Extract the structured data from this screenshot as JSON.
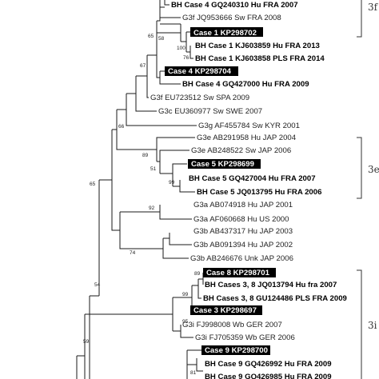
{
  "tree": {
    "taxa": [
      {
        "text": "BH Case 4 GQ240310 Hu FRA 2007",
        "bold": true,
        "highlight": false
      },
      {
        "text": "G3f JQ953666 Sw FRA 2008",
        "bold": false,
        "highlight": false
      },
      {
        "text": "Case 1 KP298702",
        "bold": true,
        "highlight": true
      },
      {
        "text": "BH Case 1 KJ603859 Hu FRA 2013",
        "bold": true,
        "highlight": false
      },
      {
        "text": "BH Case 1 KJ603858 PLS FRA 2014",
        "bold": true,
        "highlight": false
      },
      {
        "text": "Case 4 KP298704",
        "bold": true,
        "highlight": true
      },
      {
        "text": "BH Case 4 GQ427000 Hu FRA 2009",
        "bold": true,
        "highlight": false
      },
      {
        "text": "G3f EU723512 Sw SPA 2009",
        "bold": false,
        "highlight": false
      },
      {
        "text": "G3c EU360977 Sw SWE 2007",
        "bold": false,
        "highlight": false
      },
      {
        "text": "G3g AF455784 Sw KYR 2001",
        "bold": false,
        "highlight": false
      },
      {
        "text": "G3e AB291958 Hu JAP 2004",
        "bold": false,
        "highlight": false
      },
      {
        "text": "G3e AB248522 Sw JAP 2006",
        "bold": false,
        "highlight": false
      },
      {
        "text": "Case 5 KP298699",
        "bold": true,
        "highlight": true
      },
      {
        "text": "BH Case 5 GQ427004 Hu FRA 2007",
        "bold": true,
        "highlight": false
      },
      {
        "text": "BH Case 5 JQ013795 Hu FRA 2006",
        "bold": true,
        "highlight": false
      },
      {
        "text": "G3a AB074918 Hu JAP 2001",
        "bold": false,
        "highlight": false
      },
      {
        "text": "G3a AF060668 Hu US 2000",
        "bold": false,
        "highlight": false
      },
      {
        "text": "G3b AB437317 Hu JAP 2003",
        "bold": false,
        "highlight": false
      },
      {
        "text": "G3b AB091394 Hu JAP 2002",
        "bold": false,
        "highlight": false
      },
      {
        "text": "G3b AB246676 Unk JAP 2006",
        "bold": false,
        "highlight": false
      },
      {
        "text": "Case 8 KP298701",
        "bold": true,
        "highlight": true
      },
      {
        "text": "BH Cases 3, 8 JQ013794 Hu fra 2007",
        "bold": true,
        "highlight": false
      },
      {
        "text": "BH Cases 3, 8 GU124486 PLS FRA 2009",
        "bold": true,
        "highlight": false
      },
      {
        "text": "Case 3 KP298697",
        "bold": true,
        "highlight": true
      },
      {
        "text": "G3i FJ998008 Wb GER 2007",
        "bold": false,
        "highlight": false
      },
      {
        "text": "G3i FJ705359 Wb GER 2006",
        "bold": false,
        "highlight": false
      },
      {
        "text": "Case 9 KP298700",
        "bold": true,
        "highlight": true
      },
      {
        "text": "BH Case 9 GQ426992 Hu FRA 2009",
        "bold": true,
        "highlight": false
      },
      {
        "text": "BH Case 9 GQ426985 Hu FRA 2009",
        "bold": true,
        "highlight": false
      }
    ],
    "bootstrap": [
      "58",
      "65",
      "100",
      "76",
      "67",
      "66",
      "89",
      "51",
      "99",
      "65",
      "92",
      "74",
      "89",
      "99",
      "95",
      "54",
      "59",
      "81"
    ],
    "groups": [
      "3f",
      "3e",
      "3i"
    ]
  }
}
